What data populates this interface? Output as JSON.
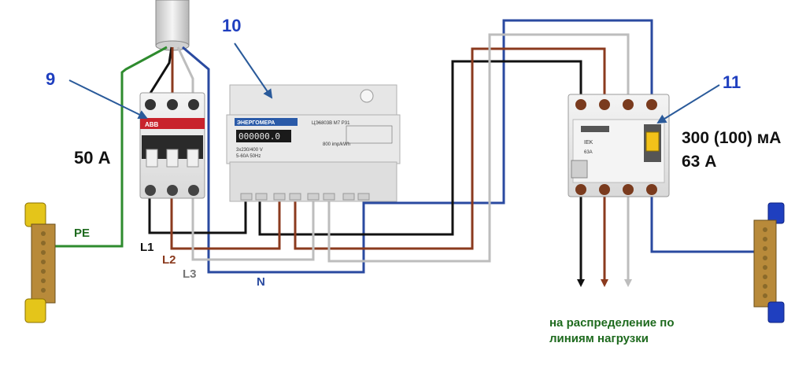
{
  "labels": {
    "num_breaker": "9",
    "num_meter": "10",
    "num_rcd": "11",
    "breaker_rating": "50 А",
    "rcd_rating_current": "300 (100) мА",
    "rcd_rating_amp": "63 А",
    "pe": "PE",
    "l1": "L1",
    "l2": "L2",
    "l3": "L3",
    "n": "N",
    "caption_line1": "на распределение по",
    "caption_line2": "линиям нагрузки"
  },
  "meter_text": {
    "brand": "ЭНЕРГОМЕРА",
    "model": "ЦЭ6803В М7 Р31",
    "display": "000000.0",
    "rating": "3х230/400 V",
    "current": "5-60A 50Hz",
    "imp": "800 imp/kWh"
  },
  "breaker_text": {
    "brand": "ABB"
  },
  "rcd_text": {
    "brand": "IEK",
    "rating": "63А"
  },
  "colors": {
    "pe": "#2e8b2e",
    "l1": "#111111",
    "l2": "#8b3a1e",
    "l3": "#bdbdbd",
    "n": "#2a4aa0",
    "number": "#1f3fbf",
    "caption": "#1e6a1e",
    "pe_label": "#1e6a1e",
    "l2_label": "#8b3a1e",
    "l3_label": "#777777",
    "n_label": "#2a4aa0"
  }
}
